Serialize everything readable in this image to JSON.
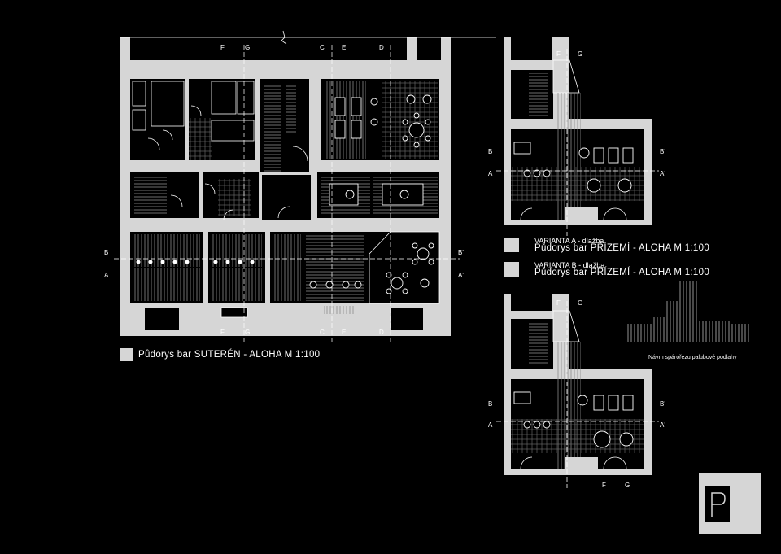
{
  "captions": {
    "basement": "Půdorys bar  SUTERÉN -  ALOHA M 1:100",
    "variant_a_title": "VARIANTA  A - dlažba",
    "variant_a_caption": "Půdorys bar  PŘÍZEMÍ -  ALOHA M 1:100",
    "variant_b_title": "VARIANTA  B - dlažba",
    "variant_b_caption": "Půdorys bar  PŘÍZEMÍ -  ALOHA M 1:100",
    "deck_caption": "Návrh spárořezu palubové podlahy"
  },
  "section_marks": {
    "B": "B",
    "A": "A",
    "B_prime": "B'",
    "A_prime": "A'",
    "C": "C",
    "D": "D",
    "E": "E",
    "F": "F",
    "G": "G"
  },
  "colors": {
    "background": "#000000",
    "wall": "#d6d6d6",
    "line": "#ffffff",
    "hatch": "#9a9a9a"
  },
  "logo": {
    "icon": "p-letter-logo"
  }
}
